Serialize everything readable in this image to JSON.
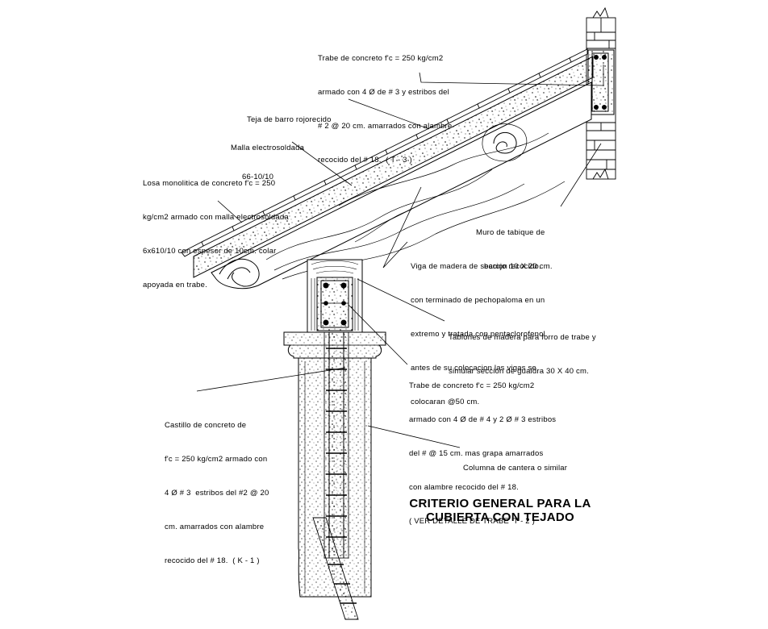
{
  "title": {
    "line1": "CRITERIO GENERAL PARA LA",
    "line2": "CUBIERTA CON TEJADO"
  },
  "labels": {
    "trabe_t3": [
      "Trabe de concreto f'c = 250 kg/cm2",
      "armado con 4 Ø de # 3 y estribos del",
      "# 2 @ 20 cm. amarrados con alambre",
      "recocido del # 18.  ( T - 3 )"
    ],
    "teja": [
      "Teja de barro rojorecido"
    ],
    "malla": [
      "Malla electrosoldada",
      "66-10/10"
    ],
    "losa": [
      "Losa monolitica de concreto f'c = 250",
      "kg/cm2 armado con malla electrosoldada",
      "6x610/10 con espesor de 10cm. colar",
      "apoyada en trabe."
    ],
    "muro": [
      "Muro de tabique de",
      "barojo recocido."
    ],
    "viga": [
      "Viga de madera de seccion 10 X 20 cm.",
      "con terminado de pechopaloma en un",
      "extremo y tratada con pentaclorofenol",
      "antes de su colocacion las vigas se",
      "colocaran @50 cm."
    ],
    "tablones": [
      "Tablones de madera para forro de trabe y",
      "simular seccion de gualdra 30 X 40 cm."
    ],
    "trabe_t2": [
      "Trabe de concreto f'c = 250 kg/cm2",
      "armado con 4 Ø de # 4 y 2 Ø # 3 estribos",
      "del # @ 15 cm. mas grapa amarrados",
      "con alambre recocido del # 18.",
      "( VER DETALLE DE TRABE  T - 2 )"
    ],
    "castillo": [
      "Castillo de concreto de",
      "f'c = 250 kg/cm2 armado con",
      "4 Ø # 3  estribos del #2 @ 20",
      "cm. amarrados con alambre",
      "recocido del # 18.  ( K - 1 )"
    ],
    "columna": [
      "Columna de cantera o similar"
    ]
  }
}
